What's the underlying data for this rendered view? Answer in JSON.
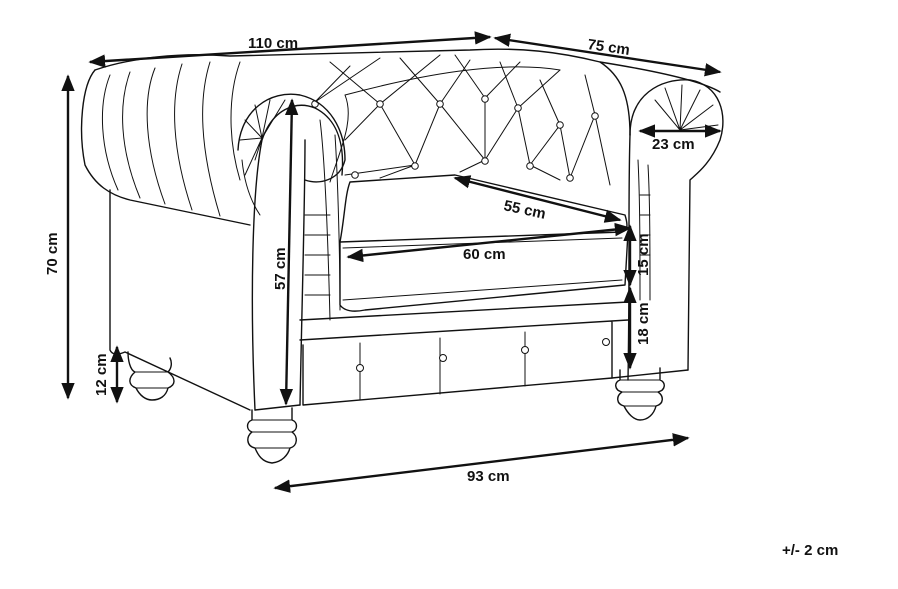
{
  "dimensions": {
    "width_top": "110 cm",
    "depth_top": "75 cm",
    "arm_width": "23 cm",
    "seat_depth": "55 cm",
    "seat_width": "60 cm",
    "cushion_height": "15 cm",
    "seat_base_height": "18 cm",
    "arm_height": "57 cm",
    "total_height": "70 cm",
    "leg_height": "12 cm",
    "width_bottom": "93 cm"
  },
  "tolerance": "+/- 2 cm"
}
